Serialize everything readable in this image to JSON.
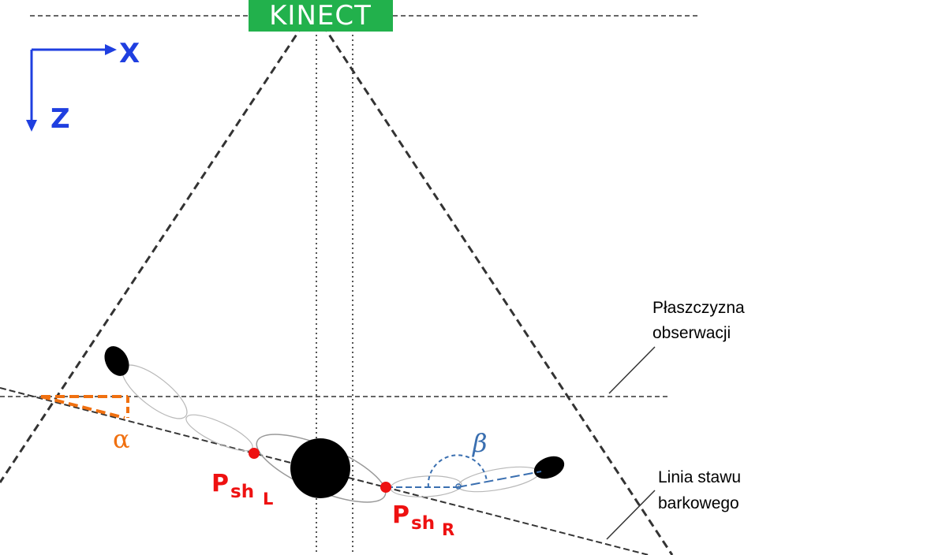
{
  "kinect": {
    "label": "KINECT",
    "color": "#22b14c"
  },
  "axes": {
    "x_label": "X",
    "z_label": "Z",
    "color": "#1f3fe0"
  },
  "observation_plane": {
    "line1": "Płaszczyzna",
    "line2": "obserwacji"
  },
  "shoulder_line": {
    "line1": "Linia stawu",
    "line2": "barkowego"
  },
  "points": {
    "left": {
      "main": "P",
      "sub": "sh",
      "sub2": "L"
    },
    "right": {
      "main": "P",
      "sub": "sh",
      "sub2": "R"
    },
    "color": "#ee1111"
  },
  "angles": {
    "alpha": {
      "symbol": "α",
      "color": "#f07010"
    },
    "beta": {
      "symbol": "β",
      "color": "#3a6fb0"
    }
  }
}
